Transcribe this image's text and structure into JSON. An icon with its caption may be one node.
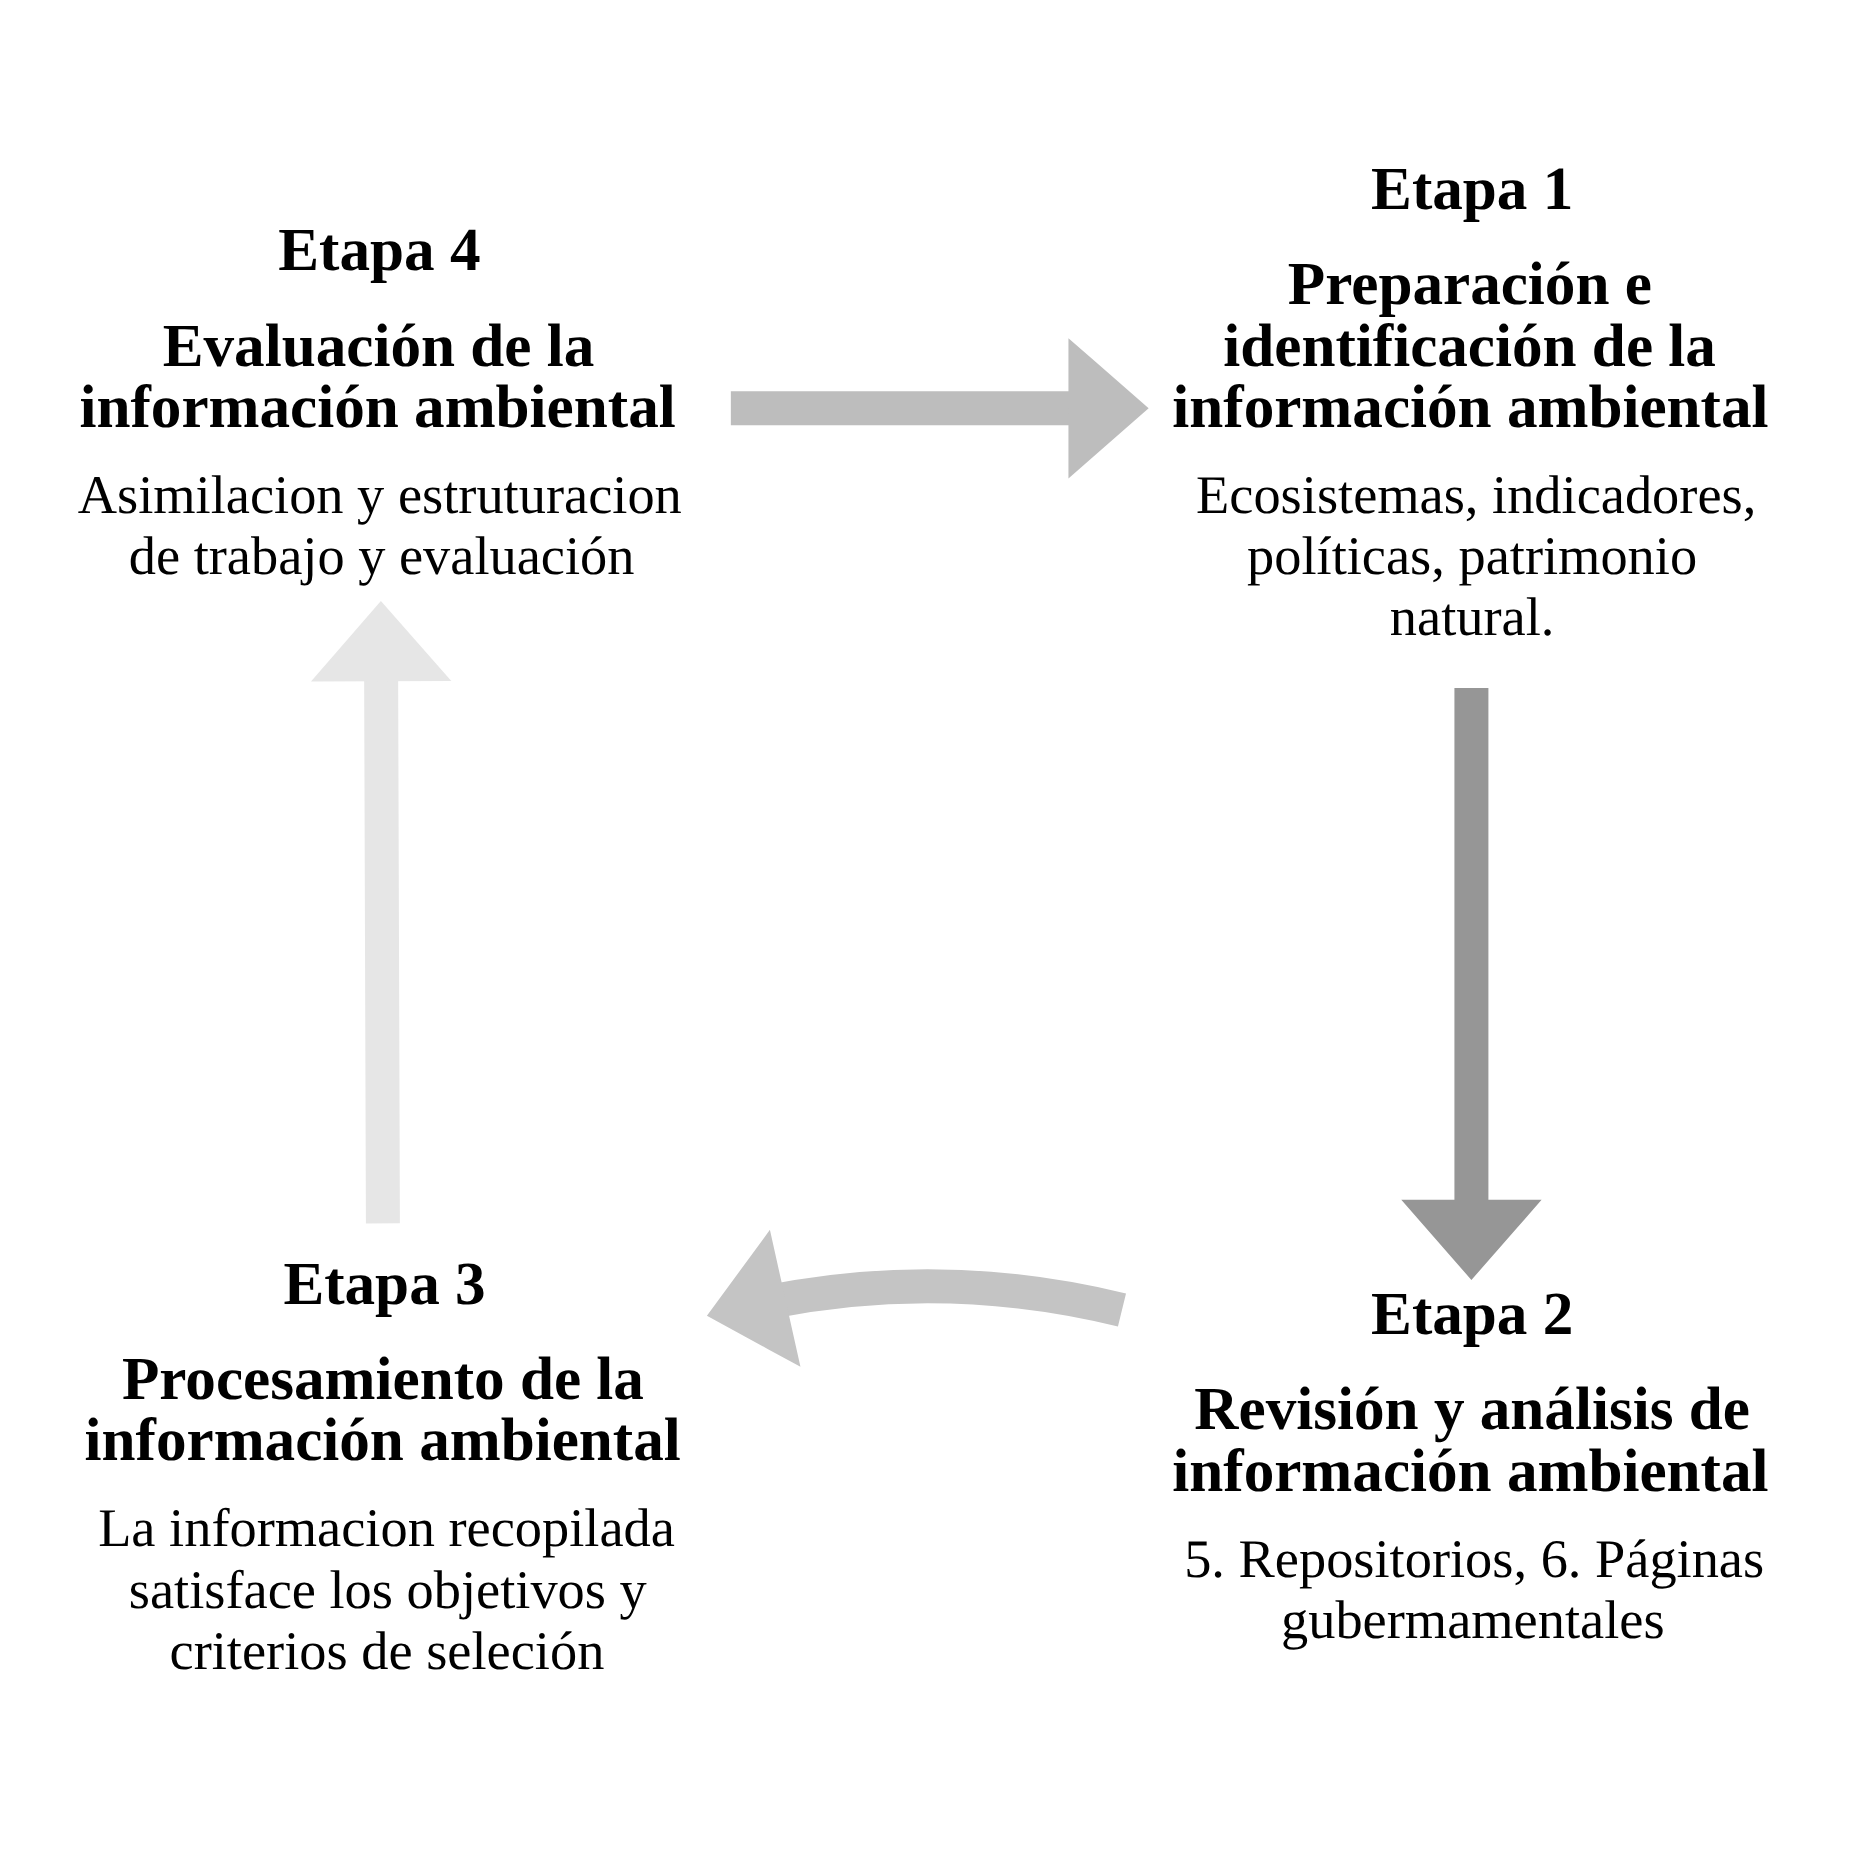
{
  "diagram": {
    "nodes": [
      {
        "text": [
          "Etapa 4",
          "Evaluación de la información ambiental",
          "Asimilacion y estruturacion de trabajo y evaluación"
        ]
      },
      {
        "text": [
          "Etapa 1",
          "Preparación e identificación de la información ambiental",
          "Ecosistemas, indicadores, políticas, patrimonio natural."
        ]
      },
      {
        "text": [
          "Etapa 3",
          "Procesamiento de la información ambiental",
          "La informacion recopilada satisface los objetivos y criterios de seleción"
        ]
      },
      {
        "text": [
          "Etapa 2",
          "Revisión y análisis de información ambiental",
          "5. Repositorios, 6. Páginas gubermamentales"
        ]
      }
    ],
    "edges": [
      {
        "from": 0,
        "to": 1,
        "arrow": "to",
        "color": "#bdbdbd"
      },
      {
        "from": 1,
        "to": 3,
        "arrow": "to",
        "color": "#969696"
      },
      {
        "from": 3,
        "to": 2,
        "arrow": "to",
        "color": "#c4c4c4"
      },
      {
        "from": 2,
        "to": 0,
        "arrow": "to",
        "color": "#e6e6e6"
      }
    ]
  }
}
